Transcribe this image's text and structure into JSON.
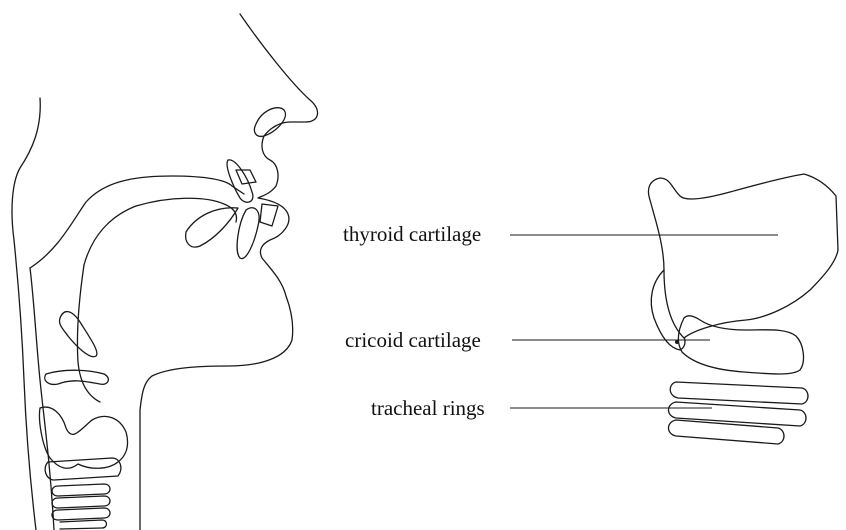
{
  "labels": {
    "thyroid": "thyroid cartilage",
    "cricoid": "cricoid cartilage",
    "tracheal": "tracheal rings"
  },
  "colors": {
    "ink": "#1a1a1a",
    "background": "#ffffff"
  }
}
